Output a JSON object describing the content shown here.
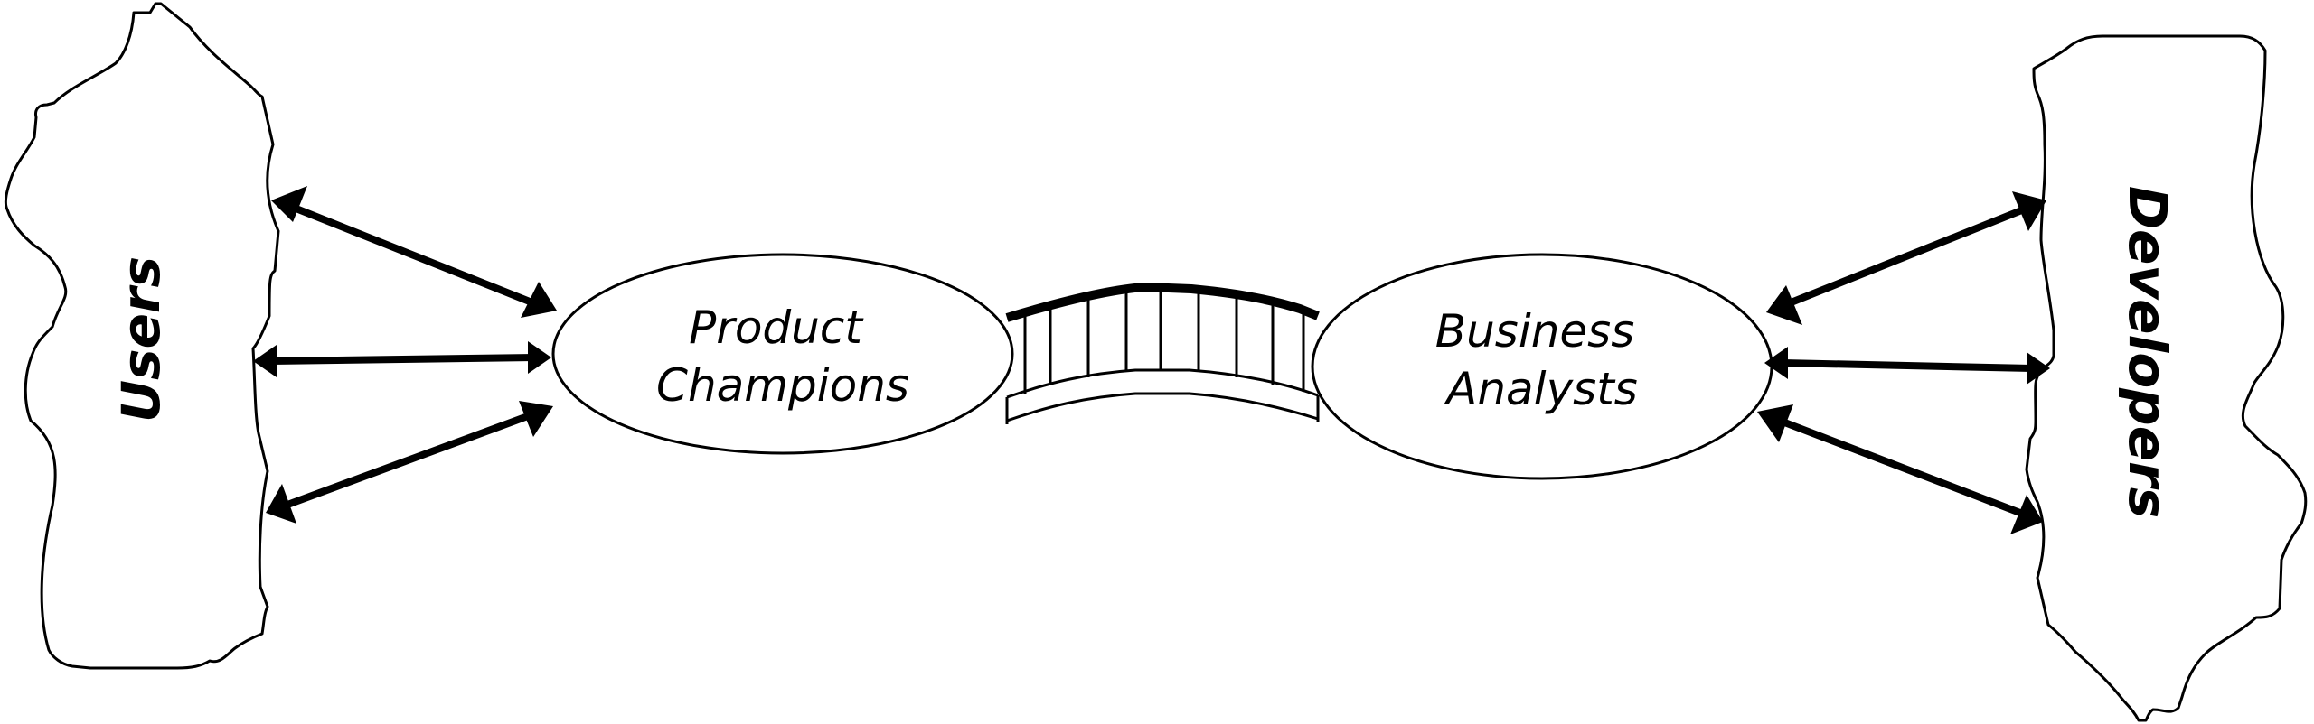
{
  "diagram": {
    "left_group": "Users",
    "right_group": "Developers",
    "left_bubble": {
      "line1": "Product",
      "line2": "Champions"
    },
    "right_bubble": {
      "line1": "Business",
      "line2": "Analysts"
    }
  }
}
